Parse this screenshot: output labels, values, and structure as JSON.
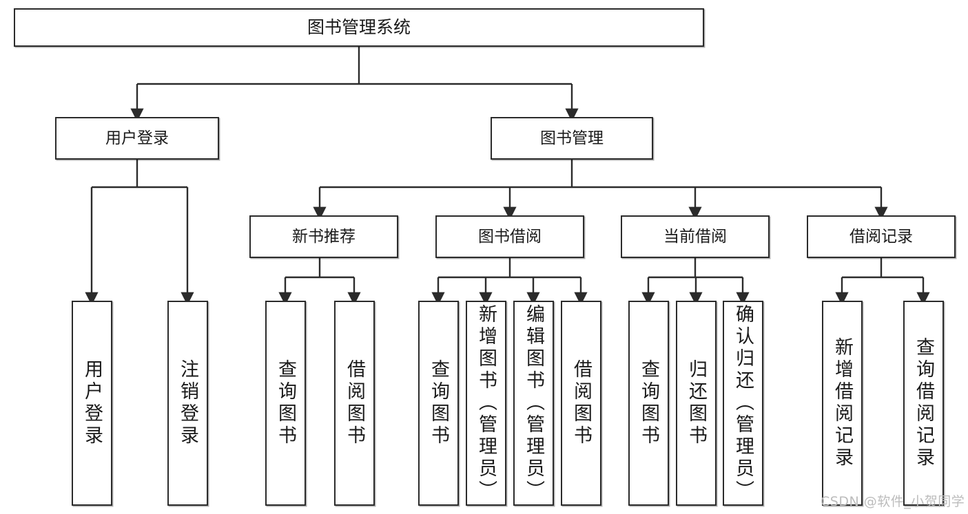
{
  "diagram": {
    "title": "图书管理系统",
    "type": "function-structure-tree",
    "watermark": "CSDN @软件_小贺同学",
    "colors": {
      "node_border": "#2b2b2b",
      "node_fill": "#ffffff",
      "edge": "#2b2b2b",
      "text": "#1a1a1a",
      "watermark": "#bcbcbc",
      "background": "#ffffff"
    },
    "nodes": {
      "root": {
        "label": "图书管理系统"
      },
      "level2": [
        {
          "id": "user-login",
          "label": "用户登录"
        },
        {
          "id": "book-manage",
          "label": "图书管理"
        }
      ],
      "level3": [
        {
          "id": "new-book-recommend",
          "label": "新书推荐"
        },
        {
          "id": "book-borrow",
          "label": "图书借阅"
        },
        {
          "id": "current-borrow",
          "label": "当前借阅"
        },
        {
          "id": "borrow-record",
          "label": "借阅记录"
        }
      ],
      "leaves": {
        "user-login": [
          {
            "id": "leaf-user-login",
            "label": "用户登录"
          },
          {
            "id": "leaf-user-logout",
            "label": "注销登录"
          }
        ],
        "new-book-recommend": [
          {
            "id": "leaf-query-book-1",
            "label": "查询图书"
          },
          {
            "id": "leaf-borrow-book-1",
            "label": "借阅图书"
          }
        ],
        "book-borrow": [
          {
            "id": "leaf-query-book-2",
            "label": "查询图书"
          },
          {
            "id": "leaf-add-book",
            "label": "新增图书（管理员）"
          },
          {
            "id": "leaf-edit-book",
            "label": "编辑图书（管理员）"
          },
          {
            "id": "leaf-borrow-book-2",
            "label": "借阅图书"
          }
        ],
        "current-borrow": [
          {
            "id": "leaf-query-book-3",
            "label": "查询图书"
          },
          {
            "id": "leaf-return-book",
            "label": "归还图书"
          },
          {
            "id": "leaf-confirm-return",
            "label": "确认归还（管理员）"
          }
        ],
        "borrow-record": [
          {
            "id": "leaf-add-record",
            "label": "新增借阅记录"
          },
          {
            "id": "leaf-query-record",
            "label": "查询借阅记录"
          }
        ]
      }
    }
  }
}
